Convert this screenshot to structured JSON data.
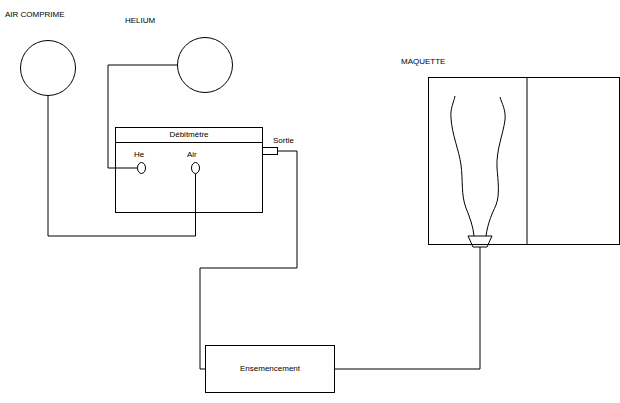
{
  "diagram": {
    "nodes": [
      {
        "text": [
          "AIR COMPRIME"
        ]
      },
      {
        "text": [
          "HELIUM"
        ]
      },
      {
        "text": [
          "MAQUETTE"
        ]
      },
      {
        "text": [
          "Débitmètre"
        ]
      },
      {
        "text": [
          "He"
        ],
        "in": 3
      },
      {
        "text": [
          "Air"
        ],
        "in": 3
      },
      {
        "text": [
          "Sortie"
        ],
        "in": 3
      },
      {
        "text": [
          "Ensemencement"
        ]
      }
    ],
    "edges": [
      {
        "from": 0,
        "to": 5,
        "arrow": "none"
      },
      {
        "from": 1,
        "to": 4,
        "arrow": "none"
      },
      {
        "from": 6,
        "to": 7,
        "arrow": "none"
      },
      {
        "from": 7,
        "to": 2,
        "arrow": "none"
      }
    ]
  }
}
